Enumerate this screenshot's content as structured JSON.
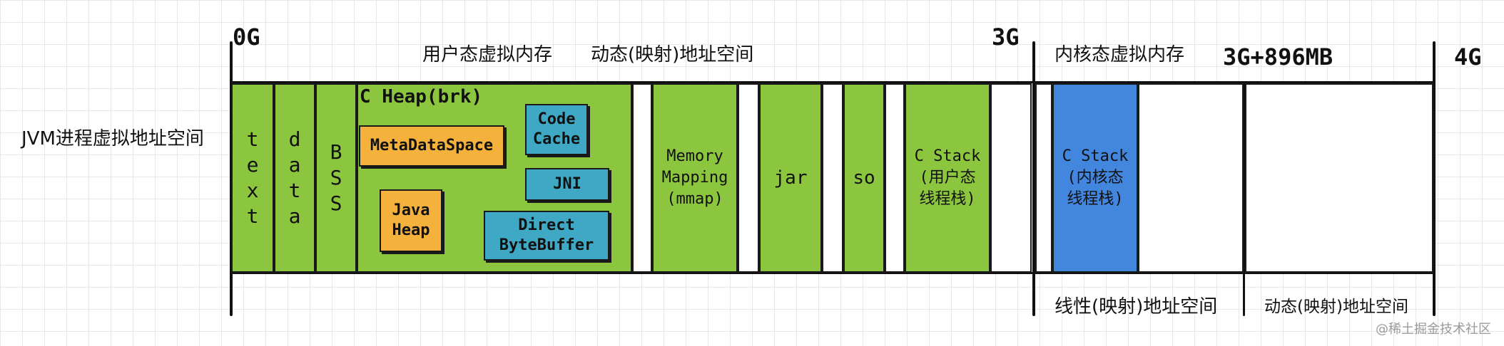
{
  "labels": {
    "row_title": "JVM进程虚拟地址空间",
    "tick_0g": "0G",
    "tick_3g": "3G",
    "tick_3g896": "3G+896MB",
    "tick_4g": "4G",
    "user_space": "用户态虚拟内存",
    "dynamic_space_top": "动态(映射)地址空间",
    "kernel_space": "内核态虚拟内存",
    "linear_space": "线性(映射)地址空间",
    "dynamic_space_bottom": "动态(映射)地址空间",
    "watermark": "@稀土掘金技术社区"
  },
  "segments": {
    "text": "text",
    "data": "data",
    "bss": "BSS",
    "memory_mapping": "Memory\nMapping\n(mmap)",
    "jar": "jar",
    "so": "so",
    "c_stack_user": "C Stack\n(用户态\n线程栈)",
    "c_stack_kernel": "C Stack\n(内核态\n线程栈)"
  },
  "heap": {
    "title": "C Heap(brk)",
    "metadataspace": "MetaDataSpace",
    "code_cache": "Code\nCache",
    "jni": "JNI",
    "java_heap": "Java\nHeap",
    "direct_bytebuffer": "Direct\nByteBuffer"
  },
  "colors": {
    "green": "#8cc63f",
    "blue": "#4286de",
    "orange": "#f4b13c",
    "teal": "#3fa9c5"
  }
}
